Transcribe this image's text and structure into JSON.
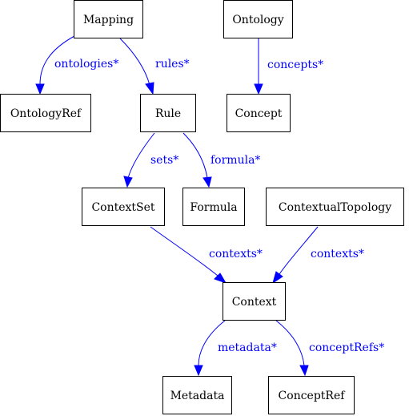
{
  "nodes": {
    "mapping": "Mapping",
    "ontology": "Ontology",
    "ontologyref": "OntologyRef",
    "rule": "Rule",
    "concept": "Concept",
    "contextset": "ContextSet",
    "formula": "Formula",
    "contextualtopology": "ContextualTopology",
    "context": "Context",
    "metadata": "Metadata",
    "conceptref": "ConceptRef"
  },
  "edges": {
    "mapping_ontologies": "ontologies*",
    "mapping_rules": "rules*",
    "ontology_concepts": "concepts*",
    "rule_sets": "sets*",
    "rule_formula": "formula*",
    "contextset_contexts": "contexts*",
    "topology_contexts": "contexts*",
    "context_metadata": "metadata*",
    "context_conceptrefs": "conceptRefs*"
  },
  "colors": {
    "edge": "#0000ff",
    "node_border": "#000000"
  }
}
